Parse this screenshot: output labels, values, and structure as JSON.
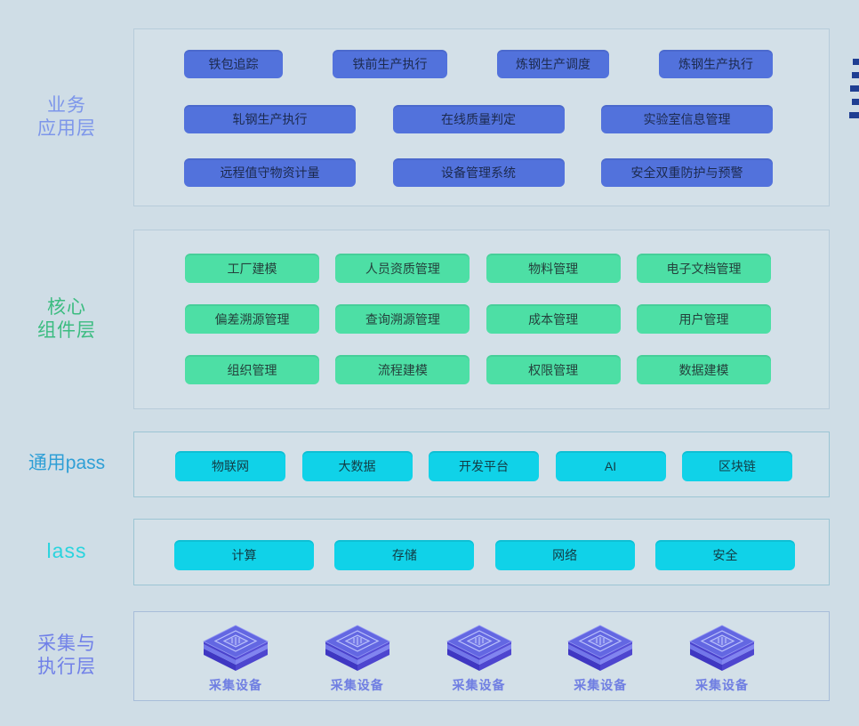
{
  "colors": {
    "background": "#cfdde6",
    "blue_button": "#5272dc",
    "green_button": "#4ddfa5",
    "cyan_button": "#10d2e8",
    "business_label": "#7d96ea",
    "core_label": "#3bbc80",
    "paas_label": "#2f9fd6",
    "iaas_label": "#2ad4de",
    "collection_label": "#7080e8",
    "device_cube": "#5a55d8",
    "edge_mark": "#1f3e92"
  },
  "layers": {
    "business": {
      "label_line1": "业务",
      "label_line2": "应用层",
      "row1": [
        "铁包追踪",
        "铁前生产执行",
        "炼钢生产调度",
        "炼钢生产执行"
      ],
      "row2": [
        "轧钢生产执行",
        "在线质量判定",
        "实验室信息管理"
      ],
      "row3": [
        "远程值守物资计量",
        "设备管理系统",
        "安全双重防护与预警"
      ]
    },
    "core": {
      "label_line1": "核心",
      "label_line2": "组件层",
      "row1": [
        "工厂建模",
        "人员资质管理",
        "物料管理",
        "电子文档管理"
      ],
      "row2": [
        "偏差溯源管理",
        "查询溯源管理",
        "成本管理",
        "用户管理"
      ],
      "row3": [
        "组织管理",
        "流程建模",
        "权限管理",
        "数据建模"
      ]
    },
    "paas": {
      "label": "通用pass",
      "row1": [
        "物联网",
        "大数据",
        "开发平台",
        "AI",
        "区块链"
      ]
    },
    "iaas": {
      "label": "lass",
      "row1": [
        "计算",
        "存储",
        "网络",
        "安全"
      ]
    },
    "collection": {
      "label_line1": "采集与",
      "label_line2": "执行层",
      "devices": [
        "采集设备",
        "采集设备",
        "采集设备",
        "采集设备",
        "采集设备"
      ]
    }
  }
}
